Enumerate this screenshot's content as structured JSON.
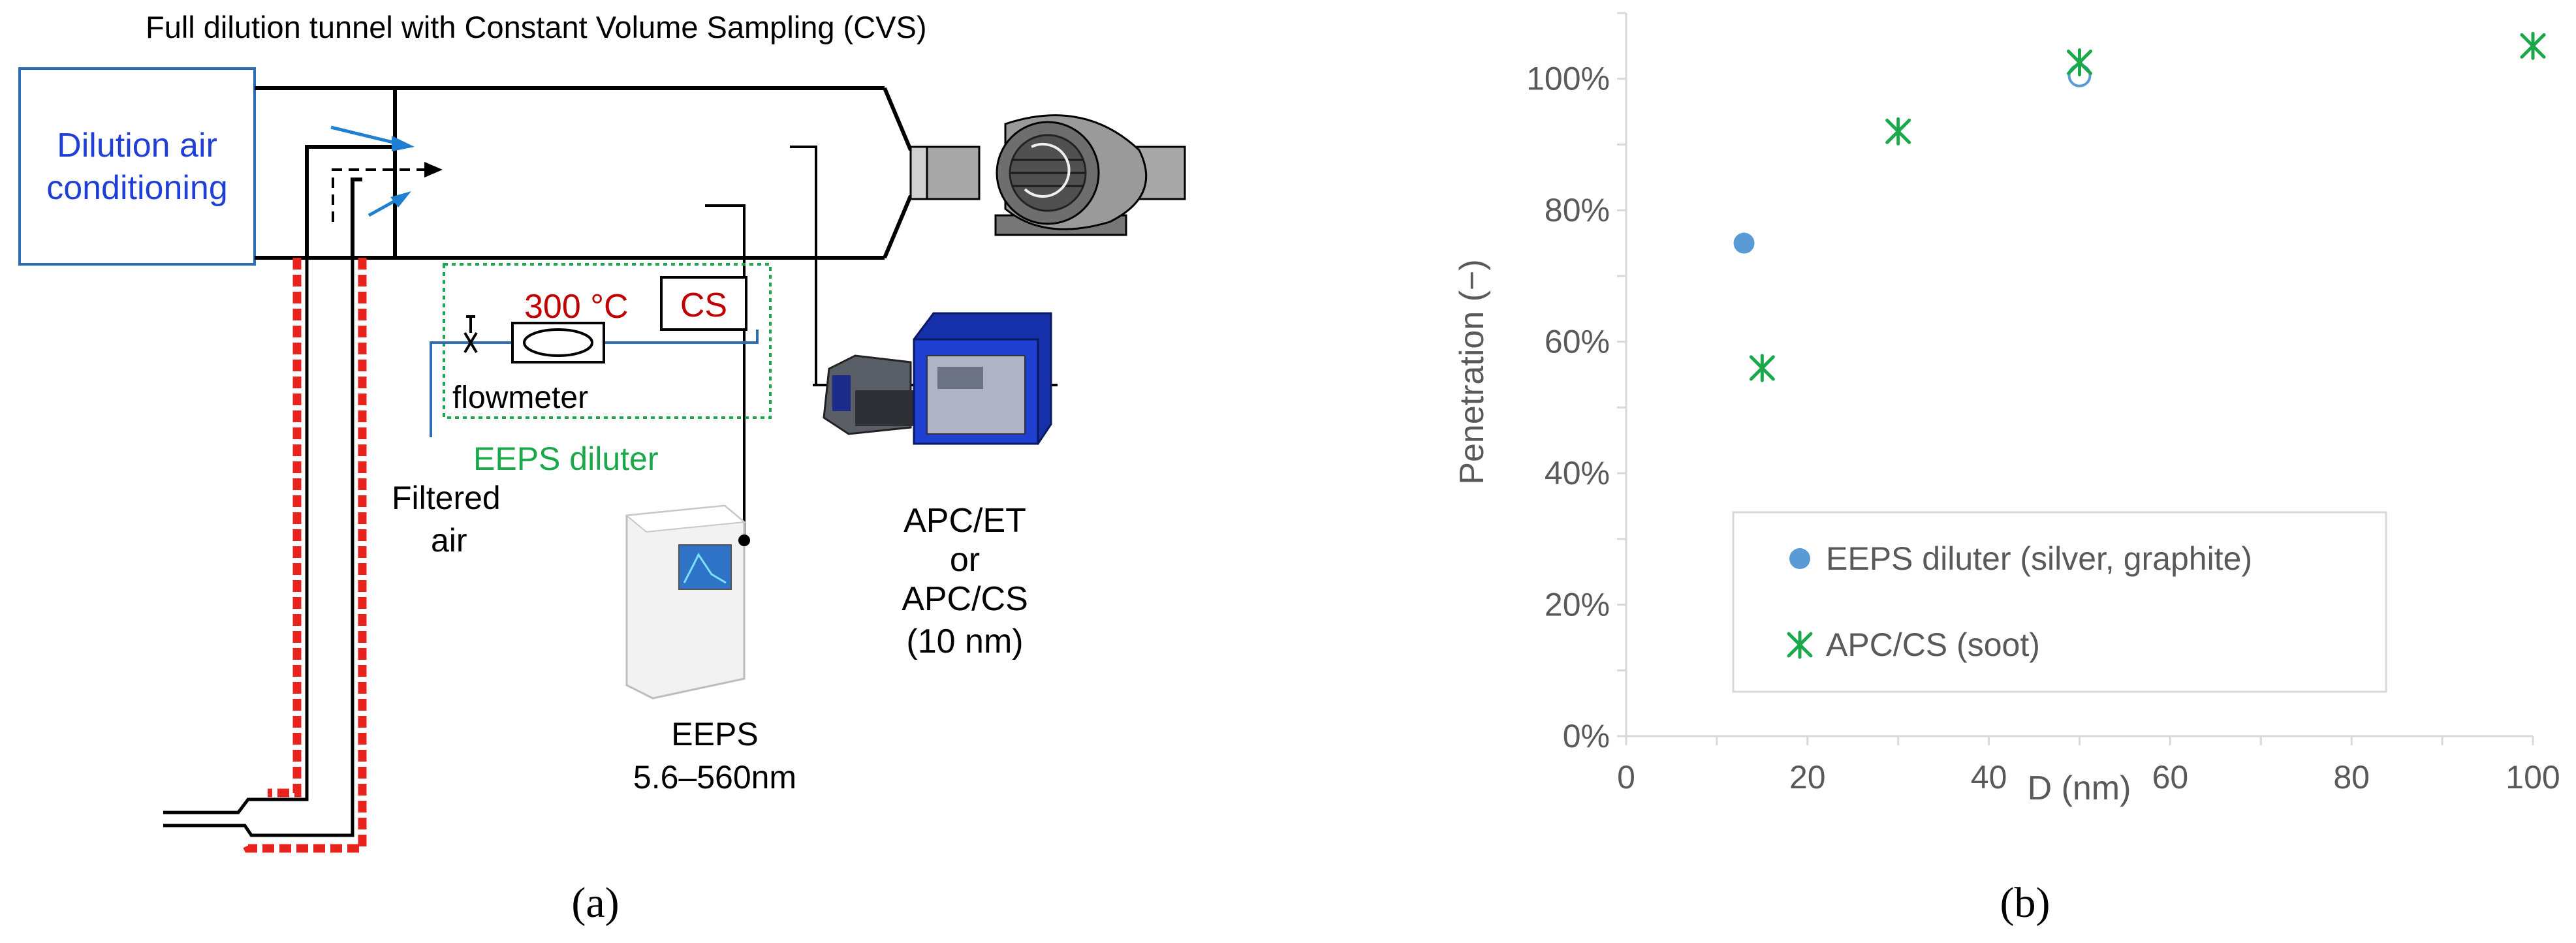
{
  "panel_a": {
    "title": "Full dilution tunnel with Constant Volume Sampling (CVS)",
    "dilution_air": [
      "Dilution air",
      "conditioning"
    ],
    "temperature": "300 °C",
    "cs_box": "CS",
    "flowmeter": "flowmeter",
    "eeps_diluter": "EEPS diluter",
    "filtered_air": [
      "Filtered",
      "air"
    ],
    "apc_label": [
      "APC/ET",
      "or",
      "APC/CS",
      "(10 nm)"
    ],
    "eeps_label": [
      "EEPS",
      "5.6–560nm"
    ],
    "caption": "(a)",
    "colors": {
      "blue_text": "#1f3fd6",
      "red_text": "#c00000",
      "green_text": "#1aa84a",
      "heated_line": "#e8231e",
      "arrow_blue": "#1f7fd0"
    },
    "icons": [
      "fan-blower-icon",
      "apc-instrument-icon",
      "eeps-instrument-icon",
      "valve-icon"
    ]
  },
  "panel_b": {
    "caption": "(b)",
    "chart_data": {
      "type": "scatter",
      "xlabel": "D (nm)",
      "ylabel": "Penetration (−)",
      "xlim": [
        0,
        100
      ],
      "ylim": [
        0,
        1.1
      ],
      "x_ticks": [
        "0",
        "20",
        "40",
        "60",
        "80",
        "100"
      ],
      "y_ticks": [
        "0%",
        "20%",
        "40%",
        "60%",
        "80%",
        "100%"
      ],
      "legend_position": "bottom-right",
      "series": [
        {
          "name": "EEPS diluter (silver, graphite)",
          "marker": "circle",
          "color": "#5b9bd5",
          "points": [
            {
              "x": 13,
              "y": 0.75,
              "filled": true
            },
            {
              "x": 50,
              "y": 1.005,
              "filled": false
            }
          ]
        },
        {
          "name": "APC/CS (soot)",
          "marker": "asterisk",
          "color": "#1aa84a",
          "points": [
            {
              "x": 15,
              "y": 0.56
            },
            {
              "x": 30,
              "y": 0.92
            },
            {
              "x": 50,
              "y": 1.025
            },
            {
              "x": 100,
              "y": 1.05
            }
          ]
        }
      ]
    }
  }
}
